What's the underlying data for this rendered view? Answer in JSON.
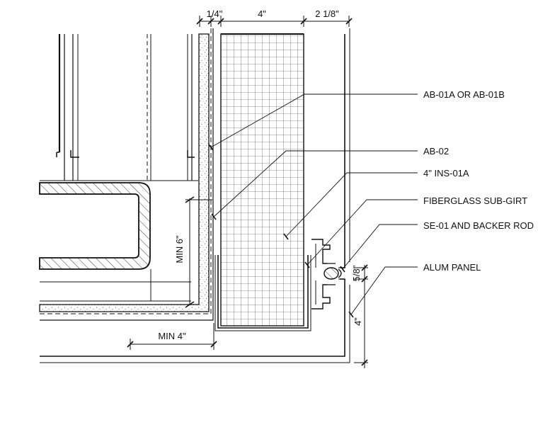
{
  "dimensions": {
    "top_quarter": "1/4\"",
    "top_four": "4\"",
    "top_two_eighth": "2 1/8\"",
    "min_six": "MIN 6\"",
    "min_four": "MIN 4\"",
    "five_eighths": "5/8\"",
    "four_bottom": "4\""
  },
  "callouts": [
    "AB-01A OR AB-01B",
    "AB-02",
    "4\" INS-01A",
    "FIBERGLASS SUB-GIRT",
    "SE-01 AND BACKER ROD",
    "ALUM PANEL"
  ]
}
